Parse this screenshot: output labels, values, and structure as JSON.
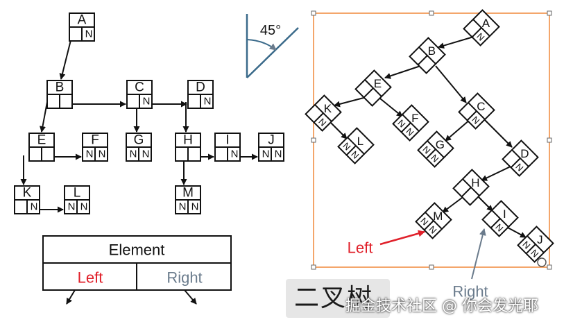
{
  "left_tree": {
    "nodes": [
      {
        "label": "A",
        "bottom": "N"
      },
      {
        "label": "B",
        "bottom": ""
      },
      {
        "label": "C",
        "bottom": "N"
      },
      {
        "label": "D",
        "bottom": "N"
      },
      {
        "label": "E",
        "bottom": ""
      },
      {
        "label": "F",
        "bottom": "NN"
      },
      {
        "label": "G",
        "bottom": "NN"
      },
      {
        "label": "H",
        "bottom": ""
      },
      {
        "label": "I",
        "bottom": "N"
      },
      {
        "label": "J",
        "bottom": "NN"
      },
      {
        "label": "K",
        "bottom": "N"
      },
      {
        "label": "L",
        "bottom": "NN"
      },
      {
        "label": "M",
        "bottom": "NN"
      }
    ]
  },
  "legend": {
    "element": "Element",
    "left": "Left",
    "right": "Right"
  },
  "angle_label": "45°",
  "right_tree": {
    "nodes": [
      "A",
      "B",
      "C",
      "D",
      "E",
      "F",
      "G",
      "H",
      "I",
      "J",
      "K",
      "L",
      "M"
    ],
    "left_label": "Left",
    "right_label": "Right"
  },
  "caption": "二叉树",
  "watermark": "掘金技术社区 @ 你会发光耶",
  "colors": {
    "left": "#e0202a",
    "right": "#6a7b8c",
    "selection": "#f0883a"
  }
}
